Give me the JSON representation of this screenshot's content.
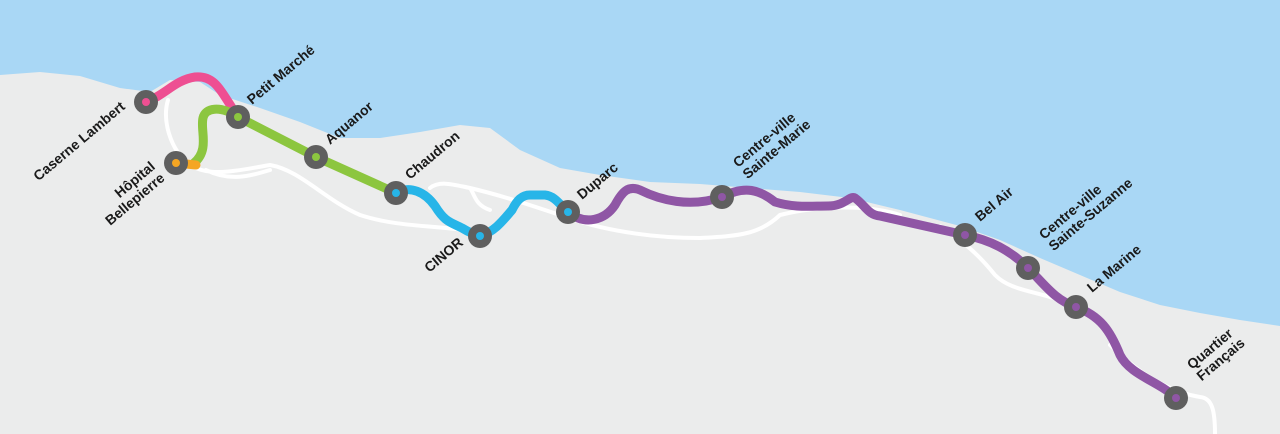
{
  "colors": {
    "sea": "#a9d7f5",
    "land": "#ebecec",
    "roads": "#ffffff",
    "station_ring": "#5f5f5f"
  },
  "lines": [
    {
      "id": "pink",
      "color": "#ee4f92",
      "stations": [
        "Caserne Lambert",
        "Petit Marché"
      ]
    },
    {
      "id": "green",
      "color": "#8cc63f",
      "stations": [
        "Hôpital Bellepierre",
        "Petit Marché",
        "Aquanor",
        "Chaudron"
      ]
    },
    {
      "id": "orange",
      "color": "#f5a623",
      "stations": [
        "Hôpital Bellepierre"
      ]
    },
    {
      "id": "blue",
      "color": "#27b5e8",
      "stations": [
        "Chaudron",
        "CINOR",
        "Duparc"
      ]
    },
    {
      "id": "purple",
      "color": "#8f56a5",
      "stations": [
        "Duparc",
        "Centre-ville Sainte-Marie",
        "Bel Air",
        "Centre-ville Sainte-Suzanne",
        "La Marine",
        "Quartier Français"
      ]
    }
  ],
  "stations": [
    {
      "id": "caserne-lambert",
      "label": [
        "Caserne Lambert"
      ],
      "dot": "#ee4f92"
    },
    {
      "id": "hopital-bellepierre",
      "label": [
        "Hôpital",
        "Bellepierre"
      ],
      "dot": "#f5a623"
    },
    {
      "id": "petit-marche",
      "label": [
        "Petit Marché"
      ],
      "dot": "#8cc63f"
    },
    {
      "id": "aquanor",
      "label": [
        "Aquanor"
      ],
      "dot": "#8cc63f"
    },
    {
      "id": "chaudron",
      "label": [
        "Chaudron"
      ],
      "dot": "#27b5e8"
    },
    {
      "id": "cinor",
      "label": [
        "CINOR"
      ],
      "dot": "#27b5e8"
    },
    {
      "id": "duparc",
      "label": [
        "Duparc"
      ],
      "dot": "#27b5e8"
    },
    {
      "id": "centre-ville-sainte-marie",
      "label": [
        "Centre-ville",
        "Sainte-Marie"
      ],
      "dot": "#8f56a5"
    },
    {
      "id": "bel-air",
      "label": [
        "Bel Air"
      ],
      "dot": "#8f56a5"
    },
    {
      "id": "centre-ville-sainte-suzanne",
      "label": [
        "Centre-ville",
        "Sainte-Suzanne"
      ],
      "dot": "#8f56a5"
    },
    {
      "id": "la-marine",
      "label": [
        "La Marine"
      ],
      "dot": "#8f56a5"
    },
    {
      "id": "quartier-francais",
      "label": [
        "Quartier",
        "Français"
      ],
      "dot": "#8f56a5"
    }
  ]
}
